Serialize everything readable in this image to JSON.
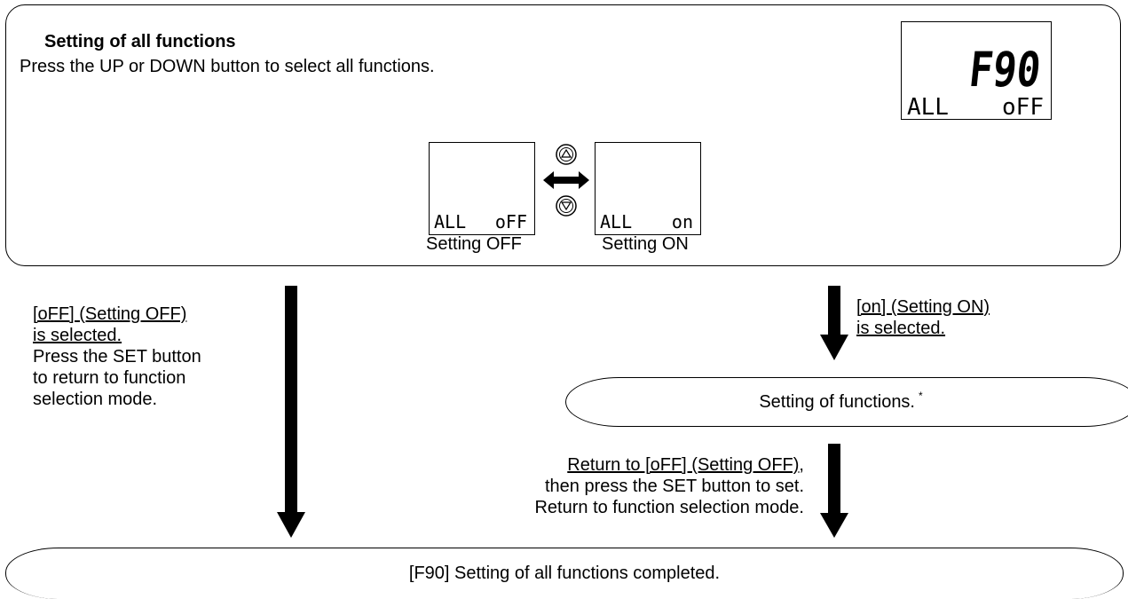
{
  "top_panel": {
    "title": "Setting of all functions",
    "subtitle": "Press the UP or DOWN button to select all functions."
  },
  "display_main": {
    "code": "F90",
    "left_text": "ALL",
    "right_text": "oFF"
  },
  "display_off": {
    "left_text": "ALL",
    "right_text": "oFF",
    "caption": "Setting OFF"
  },
  "display_on": {
    "left_text": "ALL",
    "right_text": "on",
    "caption": "Setting ON"
  },
  "left_note": {
    "line1": "[oFF] (Setting OFF)",
    "line2": "is selected.",
    "line3": "Press the SET button",
    "line4": "to return to function",
    "line5": "selection mode."
  },
  "right_note": {
    "line1": "[on] (Setting ON)",
    "line2": "is selected."
  },
  "functions_box": {
    "text": "Setting of functions.",
    "mark": "*"
  },
  "return_note": {
    "line1": "Return to [oFF] (Setting OFF),",
    "line2": "then press the SET button to set.",
    "line3": "Return to function selection mode."
  },
  "bottom_box": {
    "text": "[F90] Setting of all functions completed."
  },
  "icons": {
    "up": "up-triangle-icon",
    "down": "down-triangle-icon",
    "swap": "double-arrow-icon"
  }
}
